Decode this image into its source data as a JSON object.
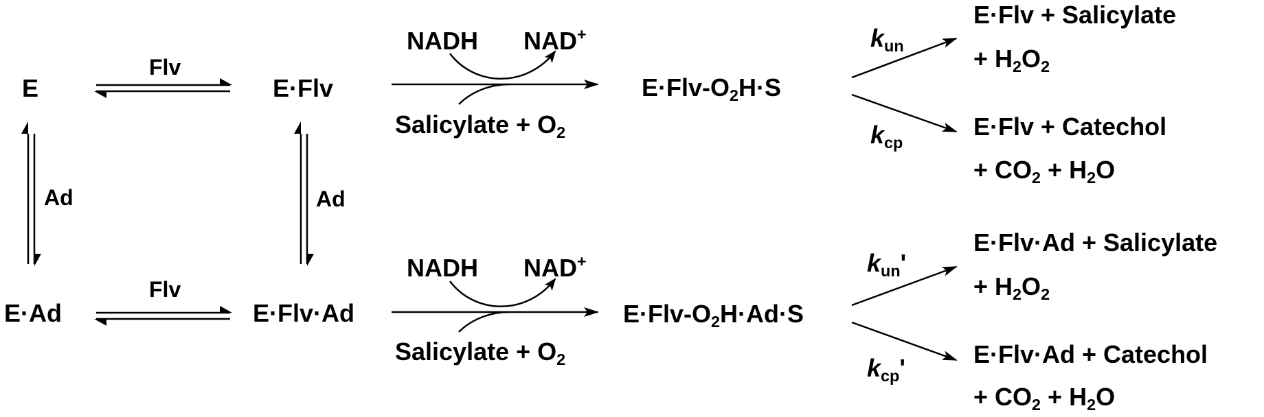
{
  "species": {
    "e": "E",
    "e_flv": "E·Flv",
    "e_ad": "E·Ad",
    "e_flv_ad": "E·Flv·Ad",
    "int_top": {
      "pre": "E·Flv-O",
      "sub": "2",
      "post": "H·S"
    },
    "int_bottom": {
      "pre": "E·Flv-O",
      "sub": "2",
      "post": "H·Ad·S"
    }
  },
  "arrow_labels": {
    "flv_top": "Flv",
    "flv_bottom": "Flv",
    "ad_left": "Ad",
    "ad_right": "Ad"
  },
  "cofactors": {
    "nadh_top": "NADH",
    "nad_top": {
      "base": "NAD",
      "sup": "+"
    },
    "sal_top": {
      "pre": "Salicylate + O",
      "sub": "2"
    },
    "nadh_bottom": "NADH",
    "nad_bottom": {
      "base": "NAD",
      "sup": "+"
    },
    "sal_bottom": {
      "pre": "Salicylate + O",
      "sub": "2"
    }
  },
  "rate_constants": {
    "kun": {
      "k": "k",
      "sub": "un",
      "prime": ""
    },
    "kcp": {
      "k": "k",
      "sub": "cp",
      "prime": ""
    },
    "kun_prime": {
      "k": "k",
      "sub": "un",
      "prime": "'"
    },
    "kcp_prime": {
      "k": "k",
      "sub": "cp",
      "prime": "'"
    }
  },
  "products": {
    "p1_line1": "E·Flv + Salicylate",
    "p1_line2": {
      "pre": "+ H",
      "sub1": "2",
      "mid": "O",
      "sub2": "2"
    },
    "p2_line1": "E·Flv + Catechol",
    "p2_line2": {
      "pre": "+ CO",
      "sub1": "2",
      "mid": " + H",
      "sub2": "2",
      "post": "O"
    },
    "p3_line1": "E·Flv·Ad + Salicylate",
    "p3_line2": {
      "pre": "+ H",
      "sub1": "2",
      "mid": "O",
      "sub2": "2"
    },
    "p4_line1": "E·Flv·Ad + Catechol",
    "p4_line2": {
      "pre": "+ CO",
      "sub1": "2",
      "mid": " + H",
      "sub2": "2",
      "post": "O"
    }
  }
}
